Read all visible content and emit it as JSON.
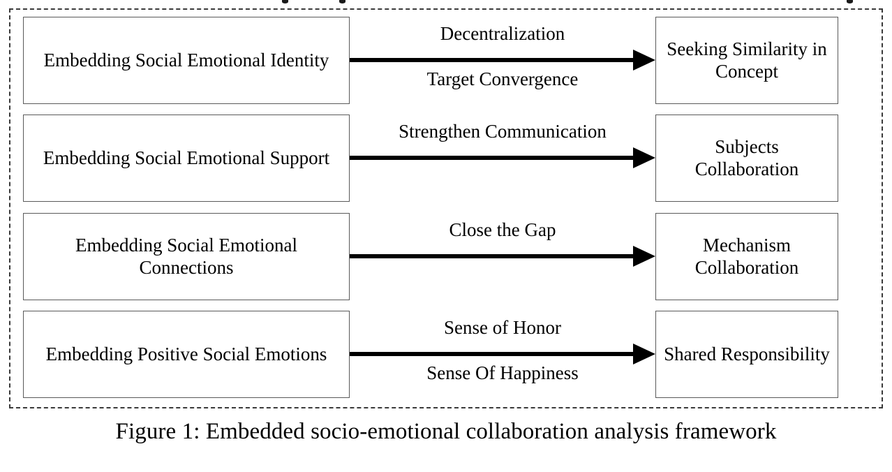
{
  "figure": {
    "caption": "Figure 1: Embedded socio-emotional collaboration analysis framework",
    "border_style": "dashed",
    "border_color": "#3a3a3a",
    "box_border_color": "#5a5a5a",
    "arrow_color": "#000000",
    "background": "#ffffff"
  },
  "rows": [
    {
      "source": "Embedding Social Emotional Identity",
      "arrow_label_above": "Decentralization",
      "arrow_label_below": "Target Convergence",
      "target": "Seeking Similarity in Concept"
    },
    {
      "source": "Embedding Social Emotional Support",
      "arrow_label_above": "Strengthen Communication",
      "arrow_label_below": "",
      "target": "Subjects Collaboration"
    },
    {
      "source": "Embedding Social Emotional Connections",
      "arrow_label_above": "Close the Gap",
      "arrow_label_below": "",
      "target": "Mechanism Collaboration"
    },
    {
      "source": "Embedding Positive Social Emotions",
      "arrow_label_above": "Sense of Honor",
      "arrow_label_below": "Sense Of Happiness",
      "target": "Shared Responsibility"
    }
  ]
}
